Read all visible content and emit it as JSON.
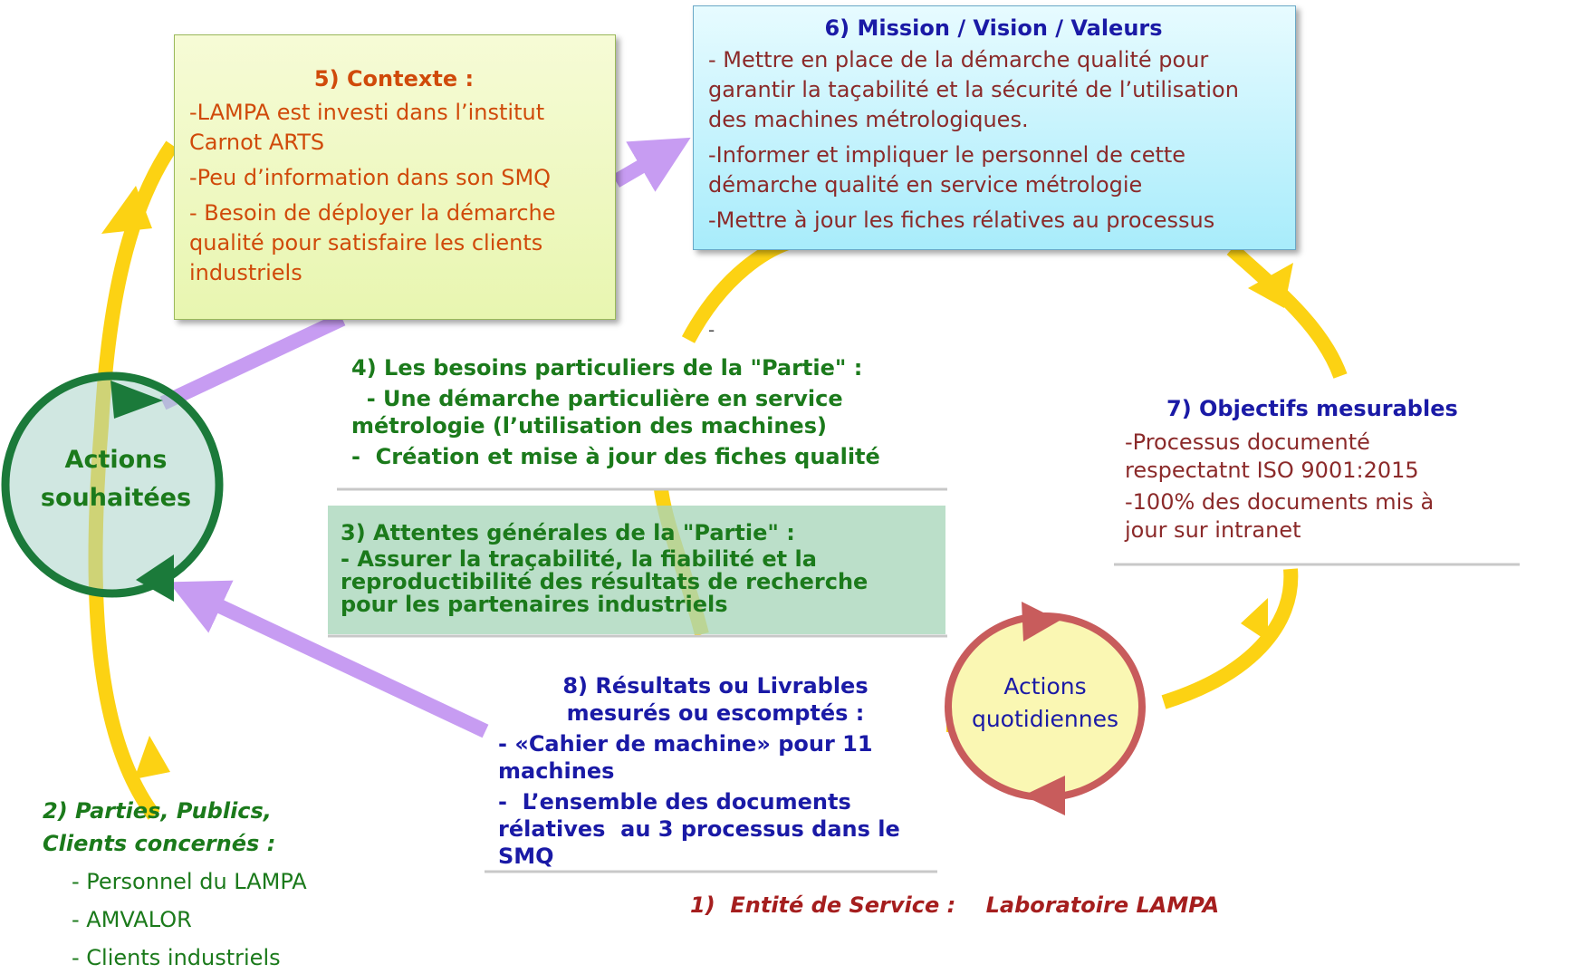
{
  "contexte": {
    "title": "5) Contexte :",
    "items": [
      [
        "-LAMPA est investi dans l’institut",
        "Carnot ARTS"
      ],
      [
        "-Peu d’information dans son SMQ"
      ],
      [
        "- Besoin de déployer la démarche",
        "qualité  pour satisfaire les clients",
        "industriels"
      ]
    ]
  },
  "mission": {
    "title": "6) Mission / Vision / Valeurs",
    "items": [
      [
        "- Mettre en place de la démarche qualité pour",
        "garantir la taçabilité et la sécurité de l’utilisation",
        "des machines métrologiques."
      ],
      [
        "-Informer et impliquer le personnel de cette",
        "démarche qualité en service métrologie"
      ],
      [
        "-Mettre à jour les fiches rélatives au processus"
      ]
    ]
  },
  "stray_dash": "-",
  "besoins": {
    "title": "4) Les besoins particuliers de la \"Partie\" :",
    "items": [
      [
        "  - Une démarche particulière en service",
        "métrologie (l’utilisation des machines)"
      ],
      [
        "-  Création et mise à jour des fiches qualité"
      ]
    ]
  },
  "attentes": {
    "title": "3) Attentes générales de la \"Partie\" :",
    "lines": [
      "- Assurer la traçabilité, la fiabilité et la",
      "reproductibilité des résultats de recherche",
      "pour les partenaires industriels"
    ]
  },
  "objectifs": {
    "title": "7) Objectifs mesurables",
    "items": [
      [
        "-Processus documenté",
        "respectatnt ISO 9001:2015"
      ],
      [
        "-100% des documents mis à",
        "jour sur intranet"
      ]
    ]
  },
  "resultats": {
    "title": [
      "8) Résultats ou Livrables",
      "mesurés ou escomptés  :"
    ],
    "items": [
      [
        "- «Cahier de machine» pour 11",
        "machines"
      ],
      [
        "-  L’ensemble des documents",
        "rélatives  au 3 processus dans le",
        "SMQ"
      ]
    ]
  },
  "parties": {
    "title": [
      "2) Parties, Publics,",
      "Clients concernés :"
    ],
    "items": [
      "- Personnel du LAMPA",
      "- AMVALOR",
      "- Clients industriels"
    ]
  },
  "entite": "1)  Entité de Service :    Laboratoire LAMPA",
  "actions_souhaitees": [
    "Actions",
    "souhaitées"
  ],
  "actions_quotidiennes": [
    "Actions",
    "quotidiennes"
  ],
  "colors": {
    "yellow_flow": "#fcd213",
    "purple_arrow": "#c79cf2",
    "green_cycle": "#1b7a3a",
    "red_cycle": "#c85c5c"
  }
}
